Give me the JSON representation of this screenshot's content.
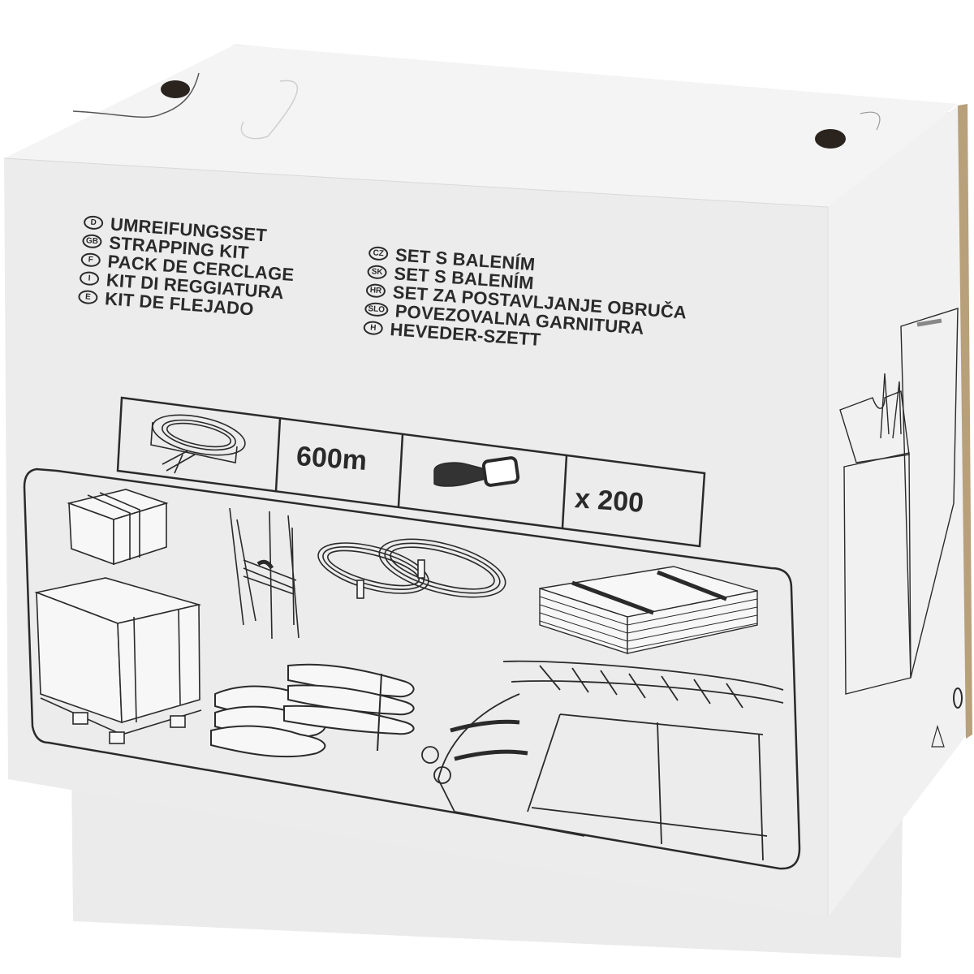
{
  "product": {
    "type": "strapping kit box",
    "colors": {
      "box_front": "#ececec",
      "box_top": "#f3f3f3",
      "box_side": "#f0f0f0",
      "ink": "#2a2a2a",
      "cardboard_edge": "#b8a07a",
      "hole": "#2b241e"
    }
  },
  "titles_left": [
    {
      "code": "D",
      "name": "UMREIFUNGSSET"
    },
    {
      "code": "GB",
      "name": "STRAPPING KIT"
    },
    {
      "code": "F",
      "name": "PACK DE CERCLAGE"
    },
    {
      "code": "I",
      "name": "KIT DI REGGIATURA"
    },
    {
      "code": "E",
      "name": "KIT DE FLEJADO"
    }
  ],
  "titles_right": [
    {
      "code": "CZ",
      "name": "SET S BALENÍM"
    },
    {
      "code": "SK",
      "name": "SET S BALENÍM"
    },
    {
      "code": "HR",
      "name": "SET ZA POSTAVLJANJE OBRUČA"
    },
    {
      "code": "SLO",
      "name": "POVEZOVALNA GARNITURA"
    },
    {
      "code": "H",
      "name": "HEVEDER-SZETT"
    }
  ],
  "specs": {
    "strap_icon": "strap-roll-icon",
    "strap_length": "600m",
    "buckle_icon": "buckle-icon",
    "buckle_count": "x 200"
  },
  "illustrations": [
    "strapped-box-icon",
    "strapped-pallet-icon",
    "strapped-chairs-icon",
    "coiled-hoses-icon",
    "strapped-sacks-icon",
    "strapped-board-stack-icon",
    "car-roof-ladder-icon"
  ],
  "side_panel": {
    "illustration": "dispenser-usage-icon",
    "recycle_symbol": "recycle-icon"
  }
}
